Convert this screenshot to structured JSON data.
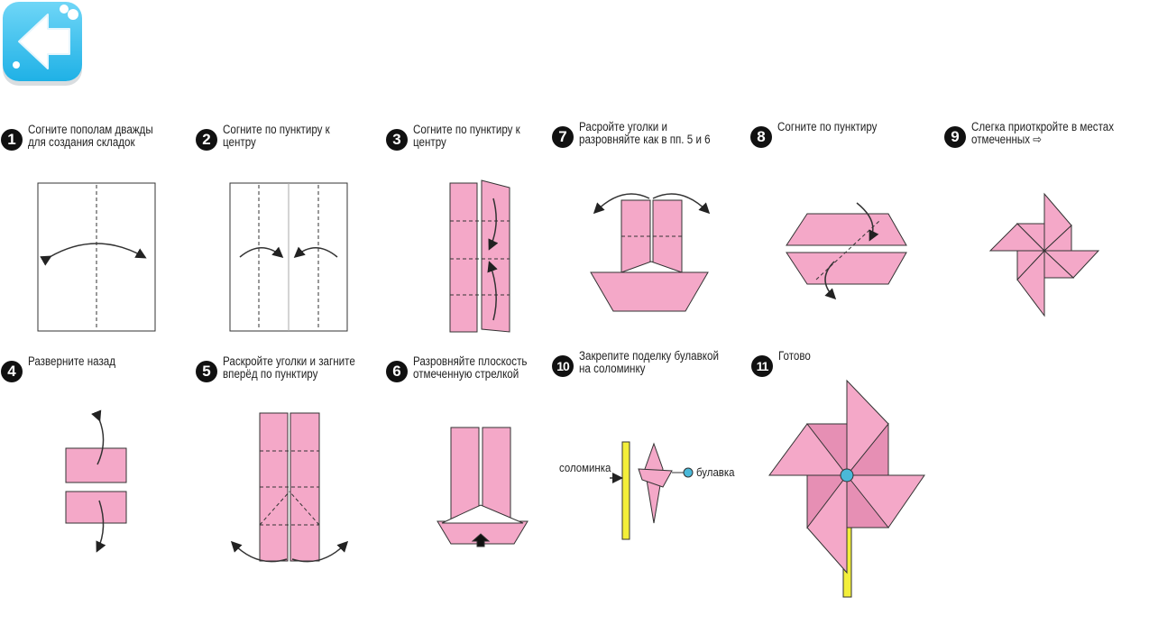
{
  "navigation": {
    "back_button_icon": "arrow-left-icon"
  },
  "steps": [
    {
      "number": "1",
      "text_line1": "Согните пополам дважды",
      "text_line2": "для создания складок"
    },
    {
      "number": "2",
      "text_line1": "Согните по пунктиру к",
      "text_line2": "центру"
    },
    {
      "number": "3",
      "text_line1": "Согните по пунктиру к",
      "text_line2": "центру"
    },
    {
      "number": "4",
      "text_line1": "Разверните назад",
      "text_line2": ""
    },
    {
      "number": "5",
      "text_line1": "Раскройте уголки и загните",
      "text_line2": "вперёд по пунктиру"
    },
    {
      "number": "6",
      "text_line1": "Разровняйте плоскость",
      "text_line2": "отмеченную стрелкой"
    },
    {
      "number": "7",
      "text_line1": "Расройте уголки и",
      "text_line2": "разровняйте как в пп. 5 и 6"
    },
    {
      "number": "8",
      "text_line1": "Согните по пунктиру",
      "text_line2": ""
    },
    {
      "number": "9",
      "text_line1": "Слегка приоткройте в местах",
      "text_line2": "отмеченных ⇨"
    },
    {
      "number": "10",
      "text_line1": "Закрепите поделку булавкой",
      "text_line2": "на соломинку"
    },
    {
      "number": "11",
      "text_line1": "Готово",
      "text_line2": ""
    }
  ],
  "labels": {
    "straw": "соломинка",
    "pin": "булавка"
  },
  "colors": {
    "paper": "#f4a8c8",
    "paper_dark": "#e68fb4",
    "straw": "#f3ef3a",
    "pin": "#4ab8d8",
    "button": "#1fb1e6"
  }
}
